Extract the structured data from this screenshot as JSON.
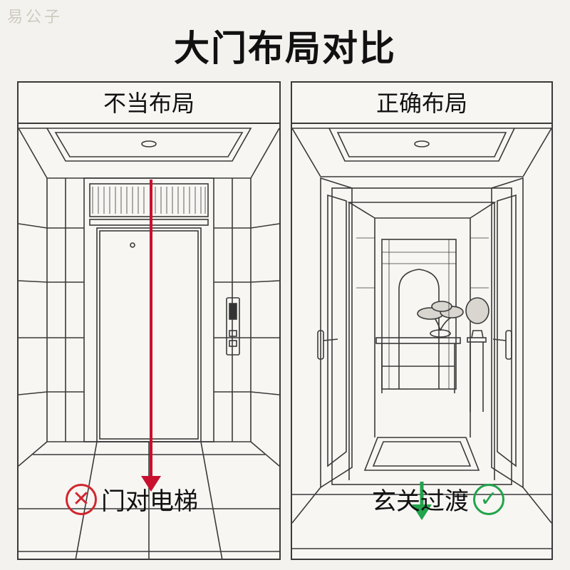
{
  "watermark": "易公子",
  "title": "大门布局对比",
  "panels": {
    "bad": {
      "header": "不当布局",
      "caption": "门对电梯",
      "badge_glyph": "✕",
      "badge_color": "#d1262e"
    },
    "good": {
      "header": "正确布局",
      "caption": "玄关过渡",
      "badge_glyph": "✓",
      "badge_color": "#21a44a"
    }
  },
  "colors": {
    "line_art": "#3a3a3a",
    "arrow_bad": "#c8102e",
    "arrow_good": "#21a44a"
  }
}
